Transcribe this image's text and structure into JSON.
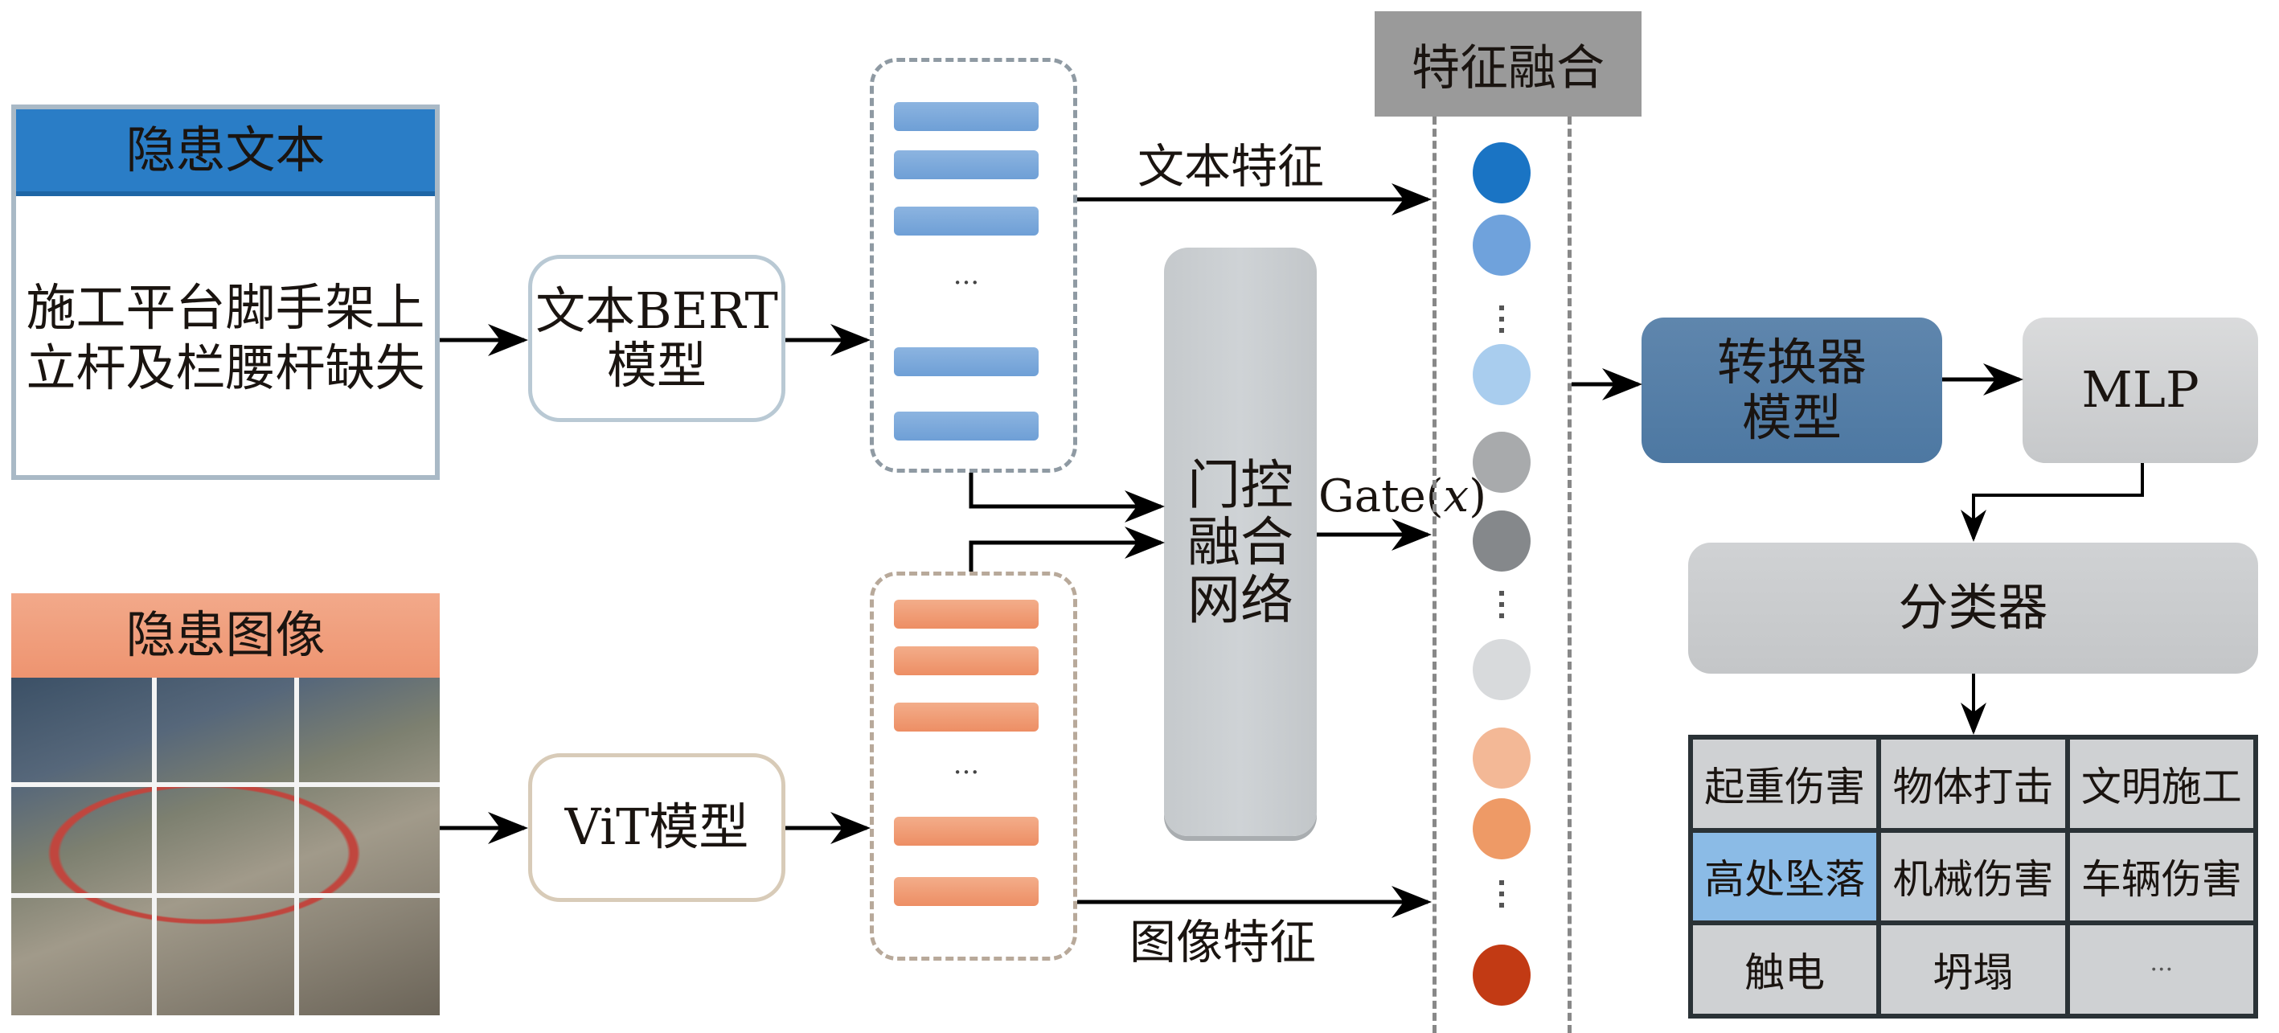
{
  "text_input": {
    "header": "隐患文本",
    "body_line1": "施工平台脚手架上",
    "body_line2": "立杆及栏腰杆缺失",
    "header_color": "#2a7dc6"
  },
  "image_input": {
    "header": "隐患图像",
    "header_color": "#ee9470"
  },
  "models": {
    "bert_line1": "文本BERT",
    "bert_line2": "模型",
    "vit": "ViT模型"
  },
  "text_features": {
    "ellipsis": "···",
    "label": "文本特征",
    "bar_count_visible": 5
  },
  "image_features": {
    "ellipsis": "···",
    "label": "图像特征",
    "bar_count_visible": 5
  },
  "gate": {
    "line1": "门控",
    "line2": "融合",
    "line3": "网络",
    "output_label_prefix": "Gate(",
    "output_label_var": "x",
    "output_label_suffix": ")"
  },
  "fusion": {
    "header": "特征融合",
    "dot_colors": [
      "#1a74c4",
      "#6fa2dc",
      "#a9cdee",
      "#a8aaac",
      "#85888b",
      "#d8dadc",
      "#f3b896",
      "#ee9a66",
      "#c23a14"
    ]
  },
  "transformer": {
    "line1": "转换器",
    "line2": "模型"
  },
  "mlp": {
    "label": "MLP"
  },
  "classifier": {
    "label": "分类器"
  },
  "classes": [
    {
      "label": "起重伤害",
      "highlighted": false
    },
    {
      "label": "物体打击",
      "highlighted": false
    },
    {
      "label": "文明施工",
      "highlighted": false
    },
    {
      "label": "高处坠落",
      "highlighted": true
    },
    {
      "label": "机械伤害",
      "highlighted": false
    },
    {
      "label": "车辆伤害",
      "highlighted": false
    },
    {
      "label": "触电",
      "highlighted": false
    },
    {
      "label": "坍塌",
      "highlighted": false
    },
    {
      "label": "···",
      "highlighted": false
    }
  ]
}
